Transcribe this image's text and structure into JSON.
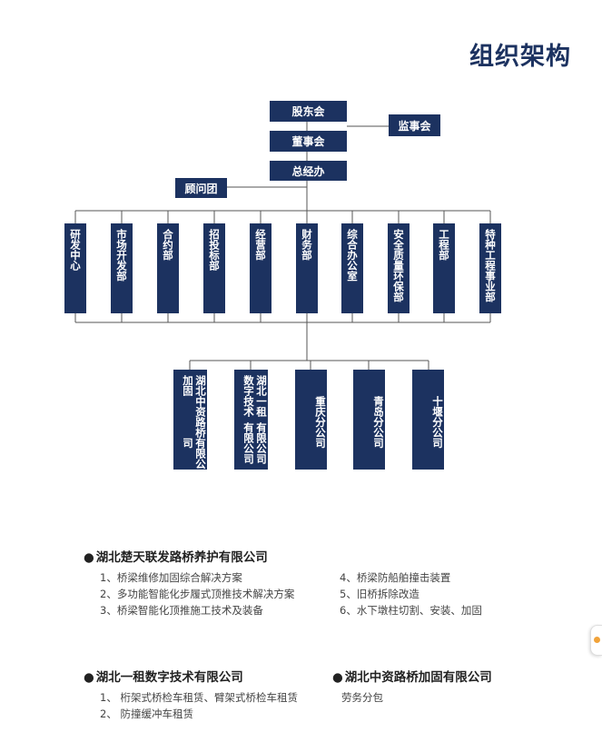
{
  "title": "组织架构",
  "org": {
    "shareholders": "股东会",
    "supervisors": "监事会",
    "board": "董事会",
    "gm_office": "总经办",
    "advisors": "顾问团",
    "departments": [
      "研发中心",
      "市场开发部",
      "合约部",
      "招投标部",
      "经营部",
      "财务部",
      "综合办公室",
      "安全质量环保部",
      "工程部",
      "特种工程事业部"
    ],
    "subsidiaries": [
      {
        "col1": "湖北中资路桥加固",
        "col2": "有限公司"
      },
      {
        "col1": "湖北一租数字技术",
        "col2": "有限公司有限公司"
      },
      {
        "col1": "重庆分公司",
        "col2": ""
      },
      {
        "col1": "青岛分公司",
        "col2": ""
      },
      {
        "col1": "十堰分公司",
        "col2": ""
      }
    ]
  },
  "companies": [
    {
      "name": "湖北楚天联发路桥养护有限公司",
      "items_left": [
        "1、桥梁维修加固综合解决方案",
        "2、多功能智能化步履式顶推技术解决方案",
        "3、桥梁智能化顶推施工技术及装备"
      ],
      "items_right": [
        "4、桥梁防船舶撞击装置",
        "5、旧桥拆除改造",
        "6、水下墩柱切割、安装、加固"
      ]
    },
    {
      "name": "湖北一租数字技术有限公司",
      "items": [
        "1、 桁架式桥检车租赁、臂架式桥检车租赁",
        "2、 防撞缓冲车租赁"
      ]
    },
    {
      "name": "湖北中资路桥加固有限公司",
      "items": [
        "劳务分包"
      ]
    }
  ],
  "colors": {
    "box": "#1c3260",
    "line": "#555555",
    "title": "#1c3260",
    "accent_tab": "#f1a33a"
  }
}
